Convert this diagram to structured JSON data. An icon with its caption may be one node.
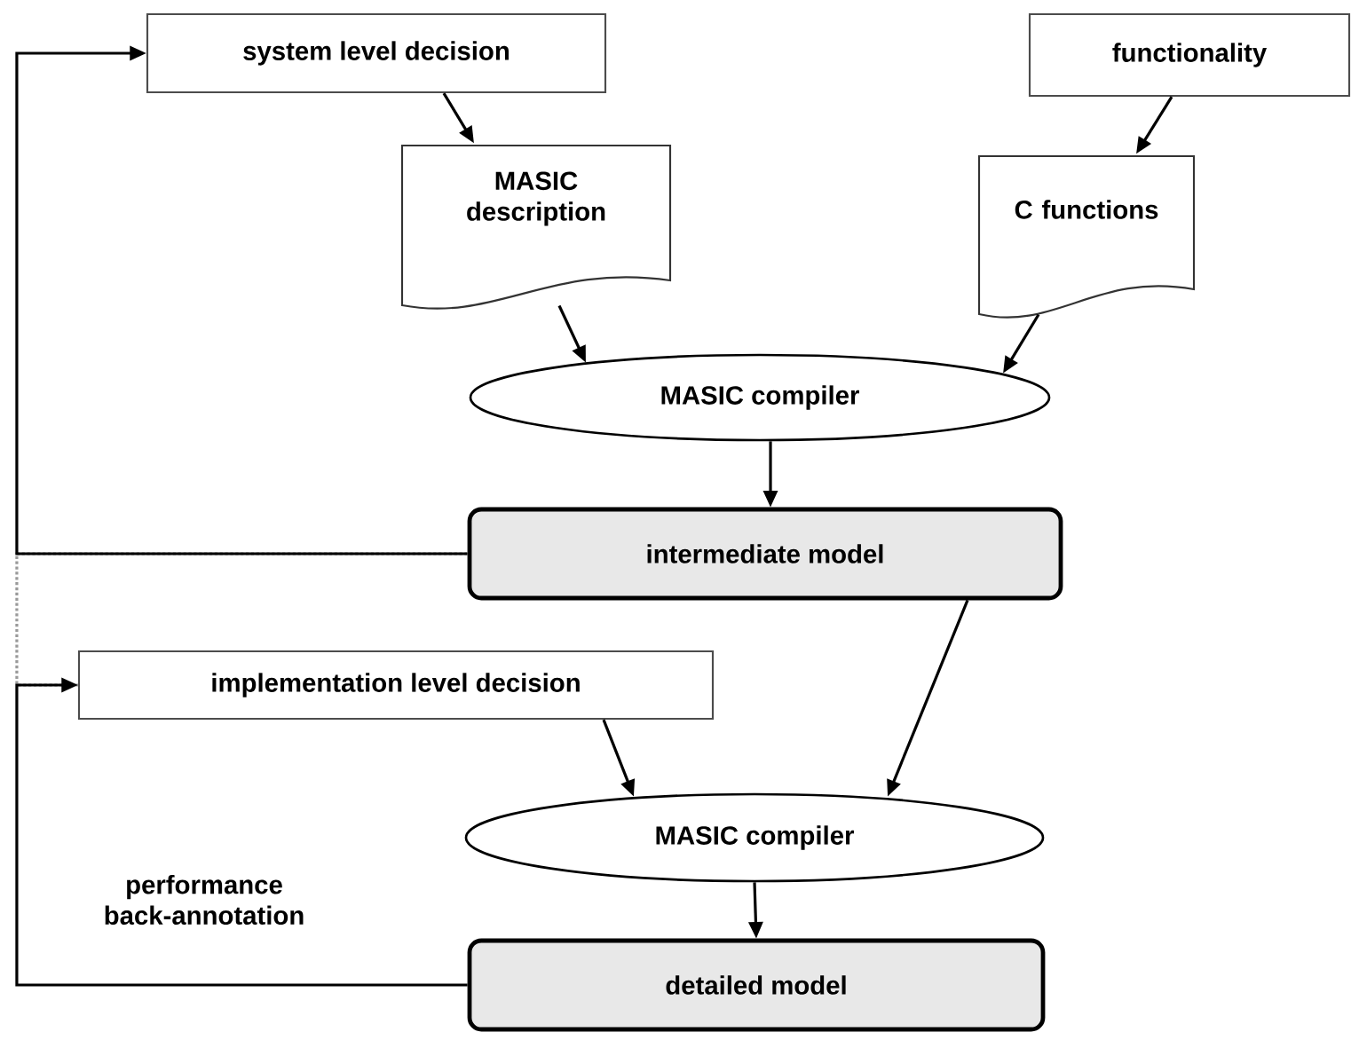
{
  "diagram": {
    "nodes": [
      {
        "text": [
          "system level decision"
        ]
      },
      {
        "text": [
          "functionality"
        ]
      },
      {
        "text": [
          "MASIC description"
        ]
      },
      {
        "text": [
          "C functions"
        ]
      },
      {
        "text": [
          "MASIC compiler"
        ]
      },
      {
        "text": [
          "intermediate model"
        ]
      },
      {
        "text": [
          "implementation level decision"
        ]
      },
      {
        "text": [
          "MASIC compiler"
        ]
      },
      {
        "text": [
          "detailed model"
        ]
      }
    ],
    "edges": [
      {
        "from": 0,
        "to": 2,
        "arrow": "to"
      },
      {
        "from": 1,
        "to": 3,
        "arrow": "to"
      },
      {
        "from": 2,
        "to": 4,
        "arrow": "to"
      },
      {
        "from": 3,
        "to": 4,
        "arrow": "to"
      },
      {
        "from": 4,
        "to": 5,
        "arrow": "to"
      },
      {
        "from": 5,
        "to": 0,
        "arrow": "to"
      },
      {
        "from": 5,
        "to": 6,
        "arrow": "none",
        "style": "dashed",
        "color": "#999999"
      },
      {
        "from": 5,
        "to": 7,
        "arrow": "to"
      },
      {
        "from": 6,
        "to": 7,
        "arrow": "to"
      },
      {
        "from": 7,
        "to": 8,
        "arrow": "to"
      },
      {
        "from": 8,
        "to": 6,
        "arrow": "to",
        "label": "performance back-annotation"
      }
    ]
  }
}
